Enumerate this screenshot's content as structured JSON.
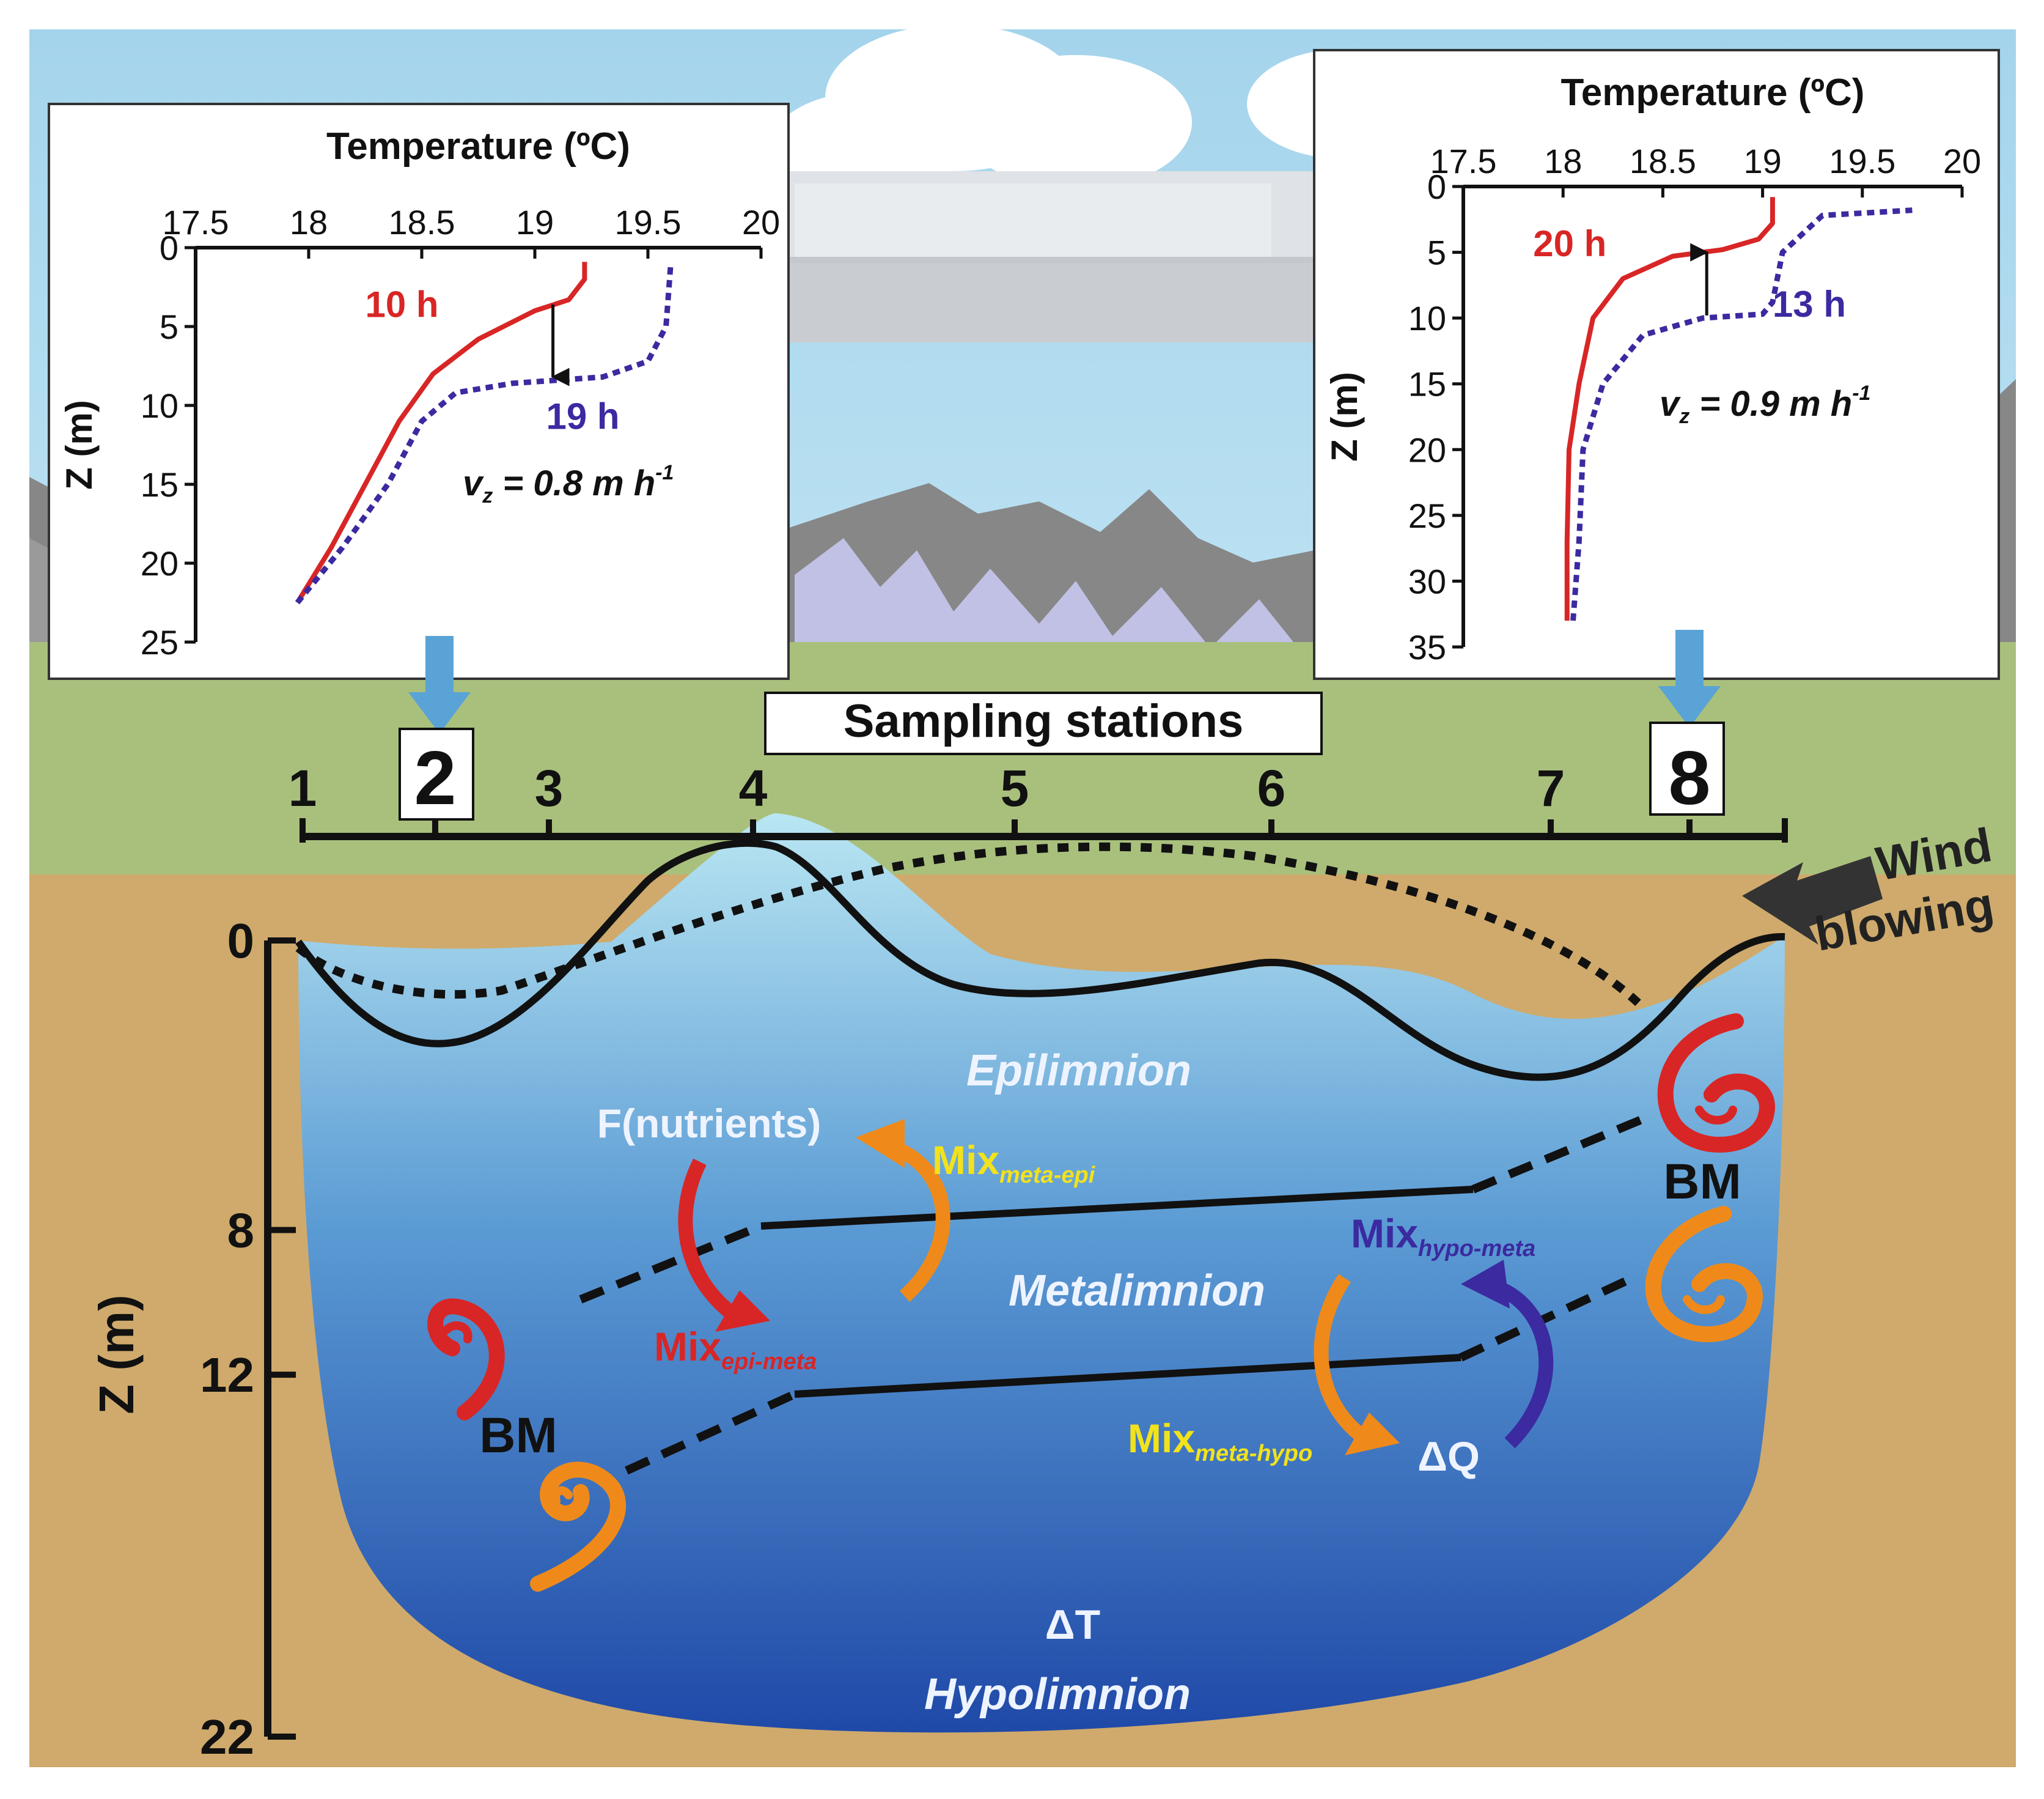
{
  "colors": {
    "sky": "#a7d7ee",
    "grass": "#a9c07d",
    "ground": "#cfaa6c",
    "water_top": "#b9e6f2",
    "water_bottom": "#1f49a8",
    "red": "#d82626",
    "orange": "#ef8a1a",
    "purple": "#3b2aa0",
    "yellow": "#f2e21d",
    "white_text": "#eef4ff",
    "arrow_blue": "#5aa3d6"
  },
  "left_inset": {
    "title": "Temperature (ºC)",
    "x_ticks": [
      "17.5",
      "18",
      "18.5",
      "19",
      "19.5",
      "20"
    ],
    "y_ticks": [
      "0",
      "5",
      "10",
      "15",
      "20",
      "25"
    ],
    "ylabel": "Z (m)",
    "series_a": "10 h",
    "series_b": "19 h",
    "speed_lhs": "v",
    "speed_sub": "z",
    "speed_rhs": " = 0.8 m h",
    "speed_exp": "-1"
  },
  "right_inset": {
    "title": "Temperature (ºC)",
    "x_ticks": [
      "17.5",
      "18",
      "18.5",
      "19",
      "19.5",
      "20"
    ],
    "y_ticks": [
      "0",
      "5",
      "10",
      "15",
      "20",
      "25",
      "30",
      "35"
    ],
    "ylabel": "Z (m)",
    "series_a": "20 h",
    "series_b": "13 h",
    "speed_lhs": "v",
    "speed_sub": "z",
    "speed_rhs": " = 0.9 m h",
    "speed_exp": "-1"
  },
  "stations": {
    "label": "Sampling stations",
    "numbers": [
      "1",
      "2",
      "3",
      "4",
      "5",
      "6",
      "7",
      "8"
    ]
  },
  "wind": {
    "line1": "Wind",
    "line2": "blowing"
  },
  "depth_axis": {
    "label": "Z (m)",
    "ticks": [
      "0",
      "8",
      "12",
      "22"
    ]
  },
  "layers": {
    "epilimnion": "Epilimnion",
    "metalimnion": "Metalimnion",
    "hypolimnion": "Hypolimnion"
  },
  "labels": {
    "f_nutrients": "F(nutrients)",
    "bm_right": "BM",
    "bm_left": "BM",
    "delta_q": "ΔQ",
    "delta_t": "ΔT"
  },
  "mixes": {
    "meta_epi": {
      "base": "Mix",
      "sub": "meta-epi"
    },
    "epi_meta": {
      "base": "Mix",
      "sub": "epi-meta"
    },
    "hypo_meta": {
      "base": "Mix",
      "sub": "hypo-meta"
    },
    "meta_hypo": {
      "base": "Mix",
      "sub": "meta-hypo"
    }
  }
}
